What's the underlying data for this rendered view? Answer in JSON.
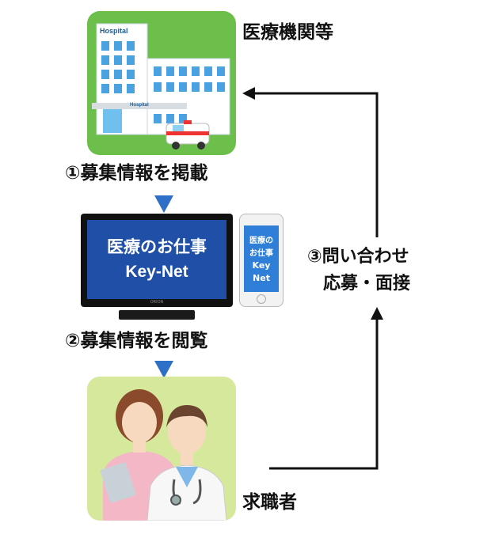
{
  "nodes": {
    "hospital_label": "医療機関等",
    "job_seeker_label": "求職者"
  },
  "hospital_signs": {
    "building_sign": "Hospital",
    "entrance_sign": "Hospital"
  },
  "steps": {
    "step1": "①募集情報を掲載",
    "step2": "②募集情報を閲覧",
    "step3_line1": "③問い合わせ",
    "step3_line2": "応募・面接"
  },
  "tv": {
    "line1": "医療のお仕事",
    "line2": "Key-Net",
    "brand": "ORION"
  },
  "phone": {
    "line1": "医療の",
    "line2": "お仕事",
    "line3": "Key",
    "line4": "Net"
  },
  "colors": {
    "hospital_bg": "#6cbf4a",
    "seeker_bg": "#d6e89c",
    "tv_screen": "#1f4fa6",
    "phone_screen": "#2f7fd8",
    "arrow_blue": "#2e6fc7"
  }
}
